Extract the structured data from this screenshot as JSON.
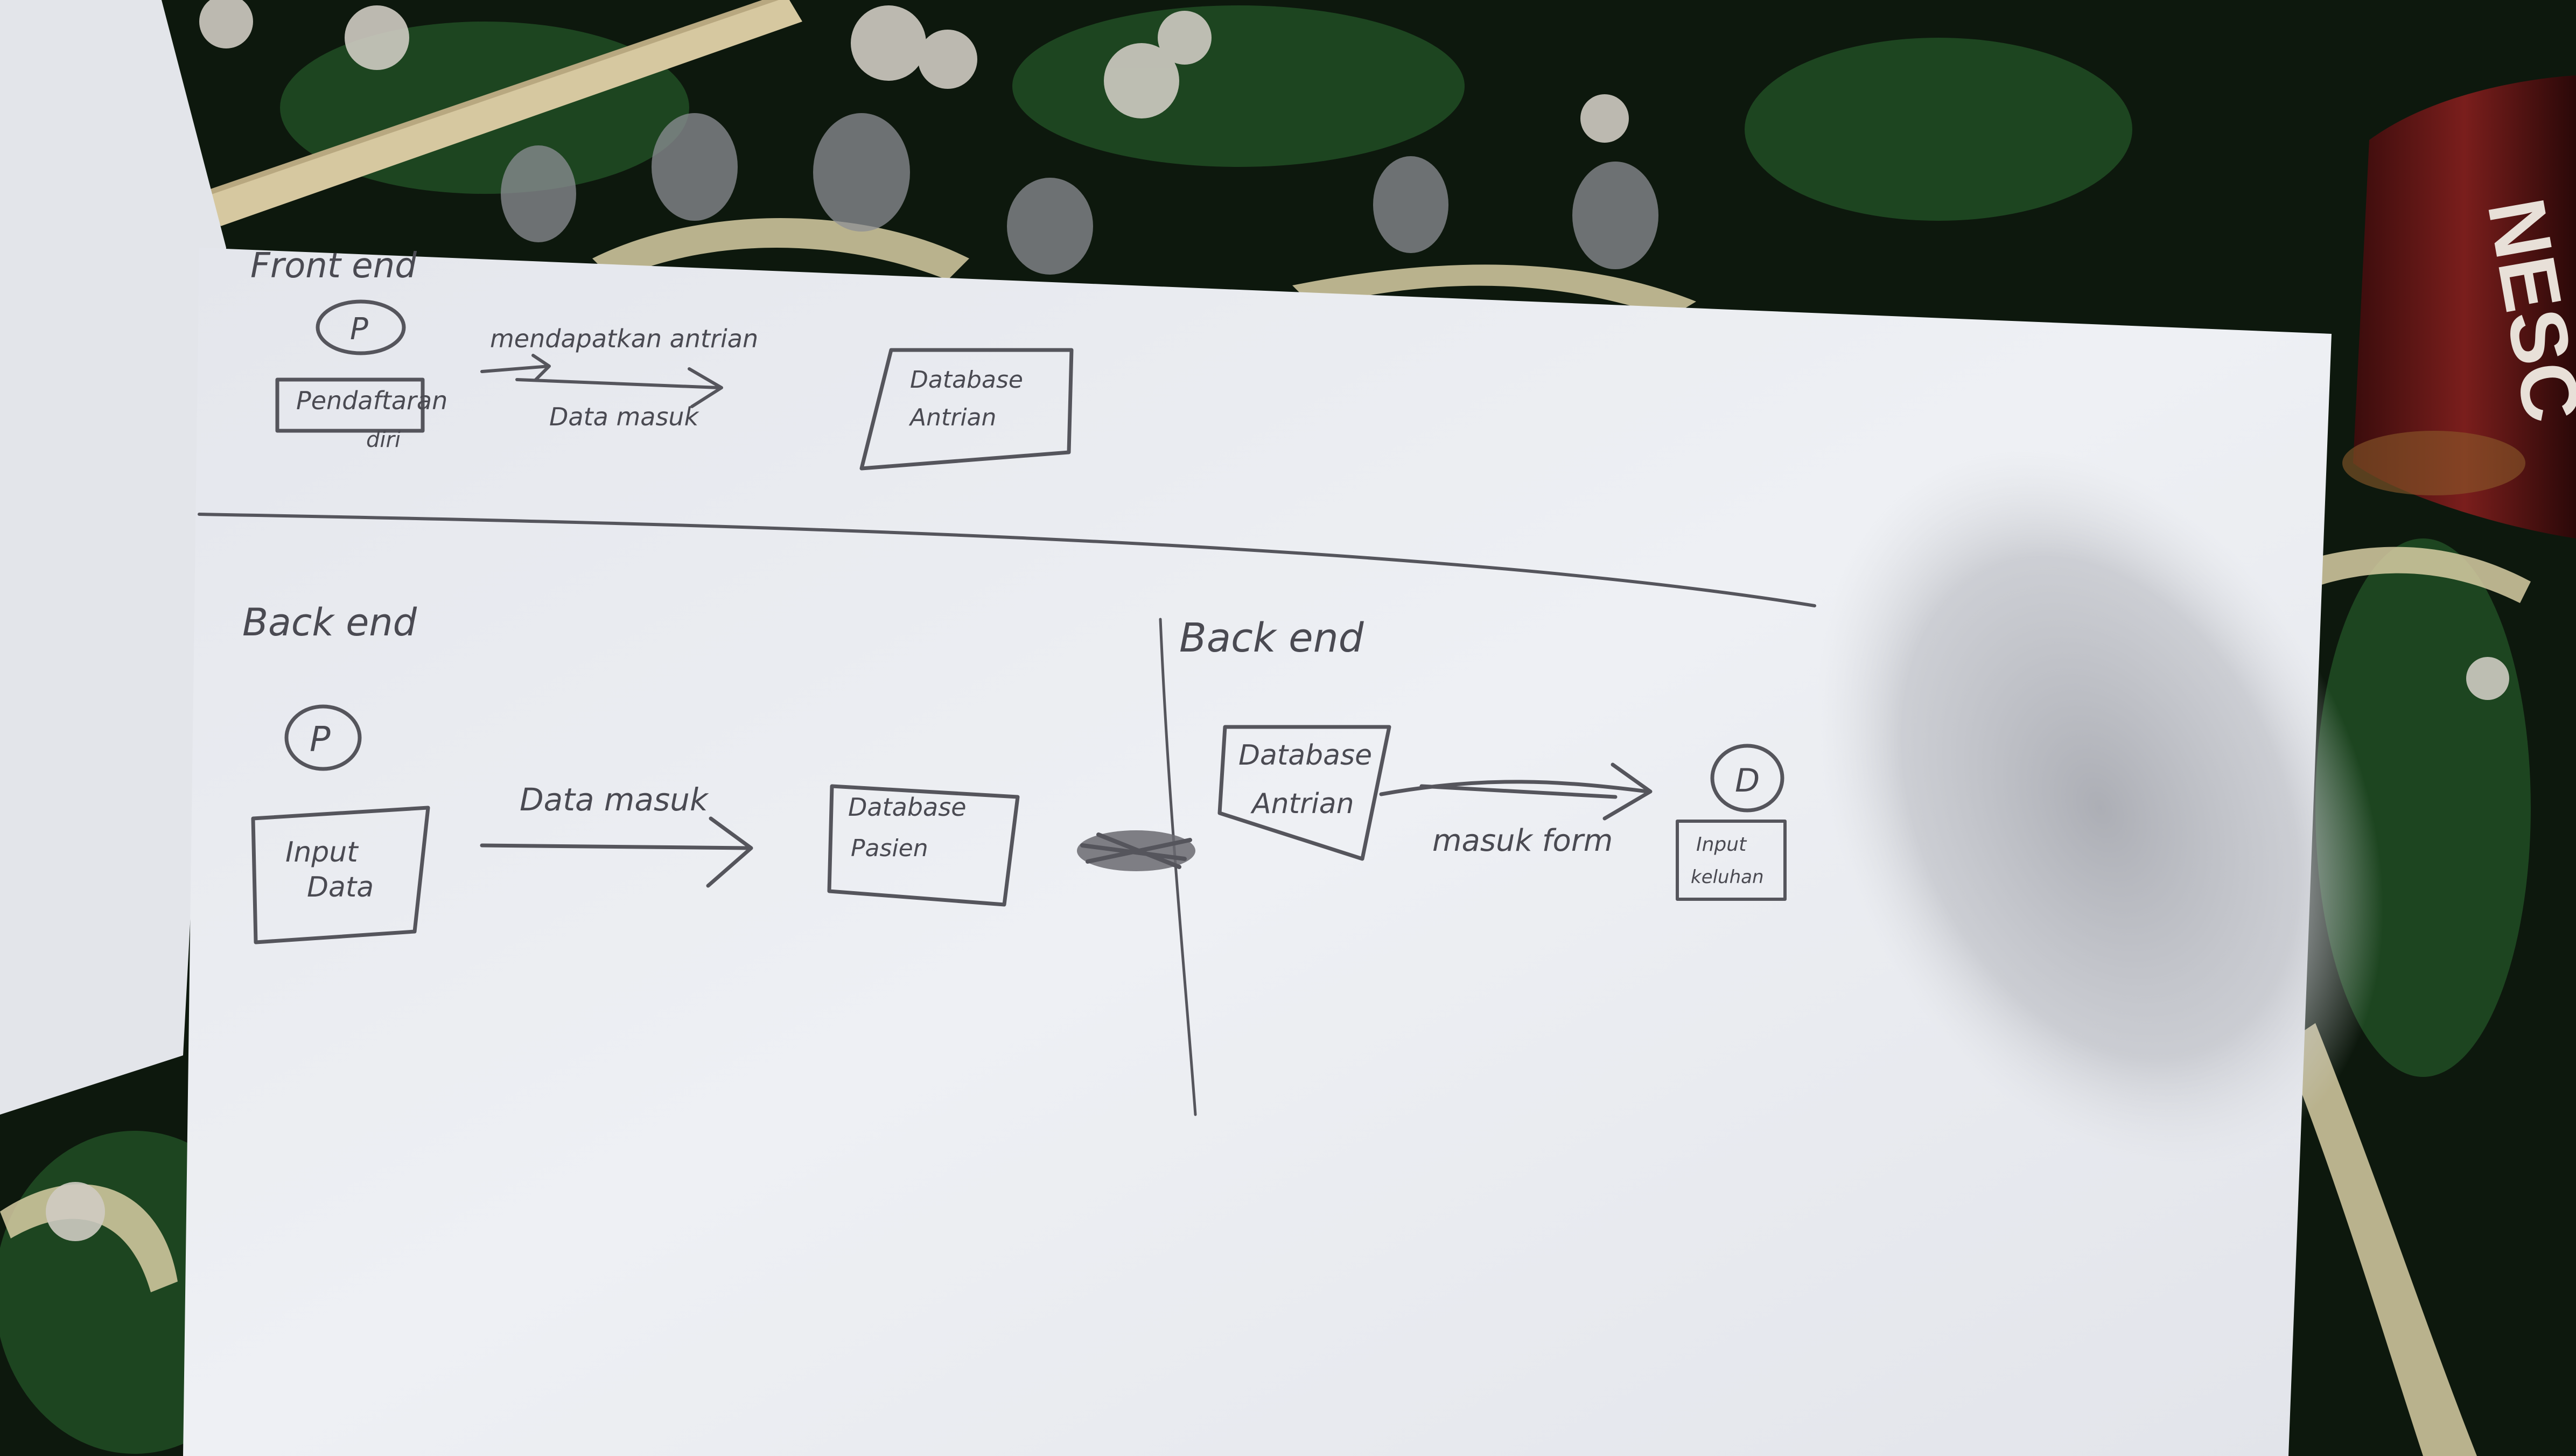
{
  "photo": {
    "description_colors": {
      "carpet_base": "#0d1a0e",
      "carpet_pattern": "#d9cfa8",
      "paper": "#eceef2",
      "pencil": "#55555c",
      "can": "#6a1a1a"
    }
  },
  "sketch": {
    "top_section": {
      "title": "Front end",
      "actor_symbol": "P",
      "box_actor": "Pendaftaran",
      "box_actor_sub": "diri",
      "arrow_top_label": "mendapatkan antrian",
      "arrow_bottom_label": "Data masuk",
      "box_db_line1": "Database",
      "box_db_line2": "Antrian"
    },
    "left_section": {
      "title": "Back end",
      "actor_symbol": "P",
      "box_input_line1": "Input",
      "box_input_line2": "Data",
      "arrow_label": "Data masuk",
      "box_db_line1": "Database",
      "box_db_line2": "Pasien"
    },
    "right_section": {
      "title": "Back end",
      "box_db_line1": "Database",
      "box_db_line2": "Antrian",
      "arrow_label": "masuk form",
      "actor_symbol": "D",
      "box_keluhan_line1": "Input",
      "box_keluhan_line2": "keluhan"
    }
  },
  "can_label": "NESC"
}
